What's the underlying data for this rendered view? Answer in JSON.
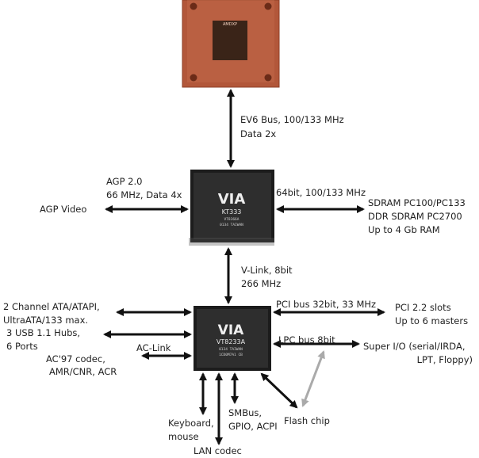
{
  "cpu": {
    "marking": "AMDXP"
  },
  "northbridge": {
    "brand": "VIA",
    "model": "KT333",
    "line1": "VT8366A",
    "line2": "0134 TAIWAN"
  },
  "southbridge": {
    "brand": "VIA",
    "model": "VT8233A",
    "line1": "0134 TAIWAN",
    "line2": "1CD0M7A1 CB"
  },
  "labels": {
    "ev6_bus": "EV6 Bus, 100/133 MHz",
    "ev6_data": "Data 2x",
    "agp_spec": "AGP 2.0",
    "agp_speed": "66 MHz, Data 4x",
    "agp_video": "AGP Video",
    "mem_bus": "64bit, 100/133 MHz",
    "mem_sdram": "SDRAM PC100/PC133",
    "mem_ddr": "DDR SDRAM PC2700",
    "mem_max": "Up to 4 Gb RAM",
    "vlink_width": "V-Link, 8bit",
    "vlink_speed": "266 MHz",
    "ata_line1": "2 Channel ATA/ATAPI,",
    "ata_line2": "UltraATA/133 max.",
    "usb_line1": "3 USB 1.1 Hubs,",
    "usb_line2": "6 Ports",
    "ac_link": "AC-Link",
    "ac97_line1": "AC'97 codec,",
    "ac97_line2": "AMR/CNR, ACR",
    "pci_bus": "PCI bus 32bit, 33 MHz",
    "pci_slots": "PCI 2.2 slots",
    "pci_masters": "Up to 6 masters",
    "lpc_bus": "LPC bus 8bit",
    "superio_line1": "Super I/O (serial/IRDA,",
    "superio_line2": "LPT, Floppy)",
    "keyboard_line1": "Keyboard,",
    "keyboard_line2": "mouse",
    "smbus_line1": "SMBus,",
    "smbus_line2": "GPIO, ACPI",
    "flash_chip": "Flash chip",
    "lan_codec": "LAN codec"
  },
  "colors": {
    "cpu_body": "#b2573a",
    "cpu_die": "#3a2418",
    "chip_body": "#2e2e2e",
    "arrow": "#111111",
    "lpc_arrow": "#aaaaaa"
  }
}
